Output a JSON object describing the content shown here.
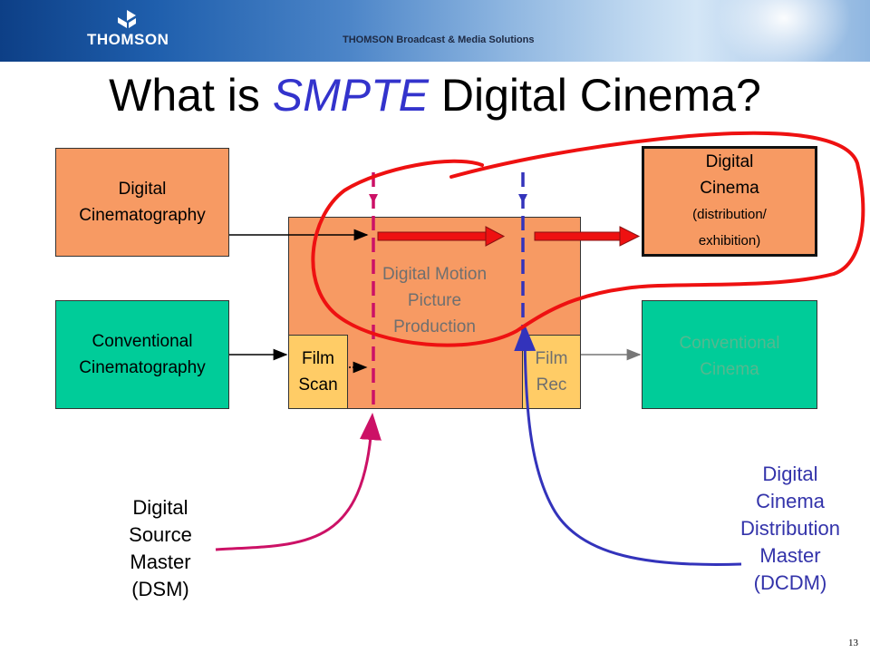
{
  "header": {
    "brand": "THOMSON",
    "subtitle": "THOMSON Broadcast & Media Solutions",
    "logo_icon": "thomson-logo-icon"
  },
  "title": {
    "prefix": "What is ",
    "highlight": "SMPTE",
    "suffix": " Digital Cinema?"
  },
  "boxes": {
    "digital_cinematography": [
      "Digital",
      "Cinematography"
    ],
    "conventional_cinematography": [
      "Conventional",
      "Cinematography"
    ],
    "production": [
      "Digital Motion",
      "Picture",
      "Production"
    ],
    "film_scan": [
      "Film",
      "Scan"
    ],
    "film_rec": [
      "Film",
      "Rec"
    ],
    "digital_cinema": [
      "Digital",
      "Cinema",
      "(distribution/",
      "exhibition)"
    ],
    "conventional_cinema": [
      "Conventional",
      "Cinema"
    ]
  },
  "labels": {
    "dsm": [
      "Digital",
      "Source",
      "Master",
      "(DSM)"
    ],
    "dcdm": [
      "Digital",
      "Cinema",
      "Distribution",
      "Master",
      "(DCDM)"
    ]
  },
  "colors": {
    "orange_box": "#f79a63",
    "green_box": "#00cc99",
    "film_box": "#ffcc66",
    "red_annotation": "#ee1111",
    "magenta_line": "#cc1166",
    "blue_line": "#3333bb"
  },
  "page_number": "13"
}
